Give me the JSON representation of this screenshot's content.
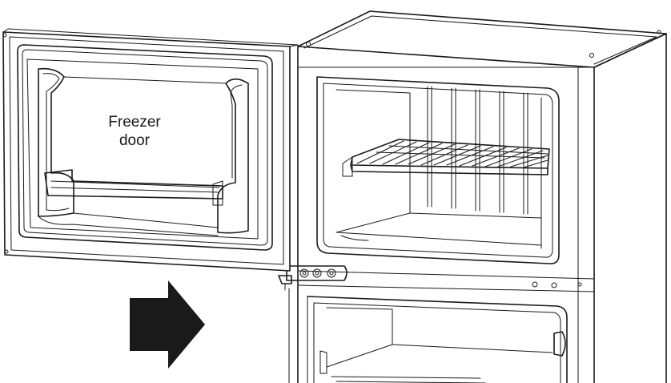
{
  "diagram": {
    "labels": {
      "freezer_door": [
        "Freezer",
        "door"
      ]
    },
    "components": [
      {
        "id": "freezer-door",
        "label_ref": "freezer_door"
      },
      {
        "id": "freezer-compartment"
      },
      {
        "id": "wire-shelf"
      },
      {
        "id": "hinge-bracket"
      },
      {
        "id": "lower-compartment"
      },
      {
        "id": "direction-arrow",
        "direction": "right"
      }
    ],
    "colors": {
      "line": "#1a1a1a",
      "arrow": "#1a1a1a",
      "background": "#ffffff"
    }
  }
}
